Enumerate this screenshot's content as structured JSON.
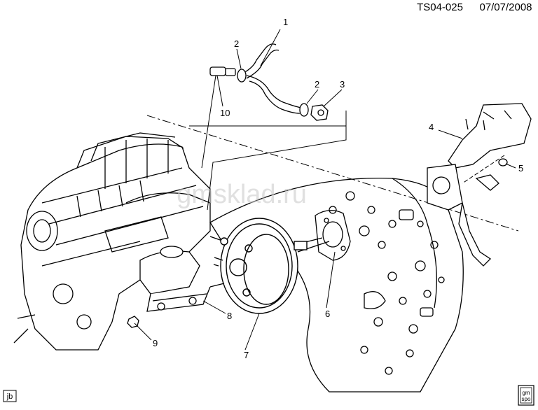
{
  "header": {
    "diagram_id": "TS04-025",
    "date": "07/07/2008"
  },
  "watermark": "gmsklad.ru",
  "corner_tag": "jb",
  "logo": {
    "text_top": "gm",
    "text_bottom": "spo"
  },
  "callouts": {
    "c1": "1",
    "c2a": "2",
    "c2b": "2",
    "c3": "3",
    "c4": "4",
    "c5": "5",
    "c6": "6",
    "c7": "7",
    "c8": "8",
    "c9": "9",
    "c10": "10"
  }
}
